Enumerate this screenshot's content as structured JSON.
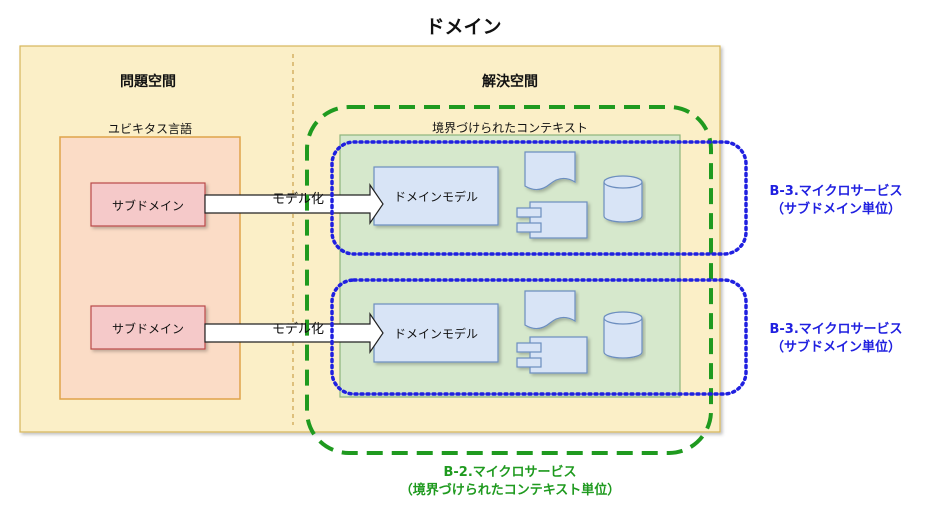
{
  "domain": {
    "title": "ドメイン"
  },
  "problem_space": {
    "title": "問題空間",
    "language_label": "ユビキタス言語",
    "subdomains": [
      "サブドメイン",
      "サブドメイン"
    ]
  },
  "solution_space": {
    "title": "解決空間",
    "context_label": "境界づけられたコンテキスト",
    "models": [
      "ドメインモデル",
      "ドメインモデル"
    ]
  },
  "arrows": [
    "モデル化",
    "モデル化"
  ],
  "annotations": {
    "microservice_subdomain": {
      "line1": "B-3.マイクロサービス",
      "line2": "（サブドメイン単位）"
    },
    "microservice_context": {
      "line1": "B-2.マイクロサービス",
      "line2": "（境界づけられたコンテキスト単位）"
    }
  },
  "colors": {
    "domain_fill": "#fbefc7",
    "domain_stroke": "#d6b65a",
    "language_fill": "#fbdcc6",
    "language_stroke": "#e0a34a",
    "subdomain_fill": "#f5c9c9",
    "subdomain_stroke": "#b94a4a",
    "context_fill": "#d6e8cc",
    "context_stroke": "#8db57c",
    "model_fill": "#d8e4f6",
    "model_stroke": "#6c8ebf",
    "green_dash": "#1f9a1f",
    "blue_dot": "#2020e0"
  }
}
